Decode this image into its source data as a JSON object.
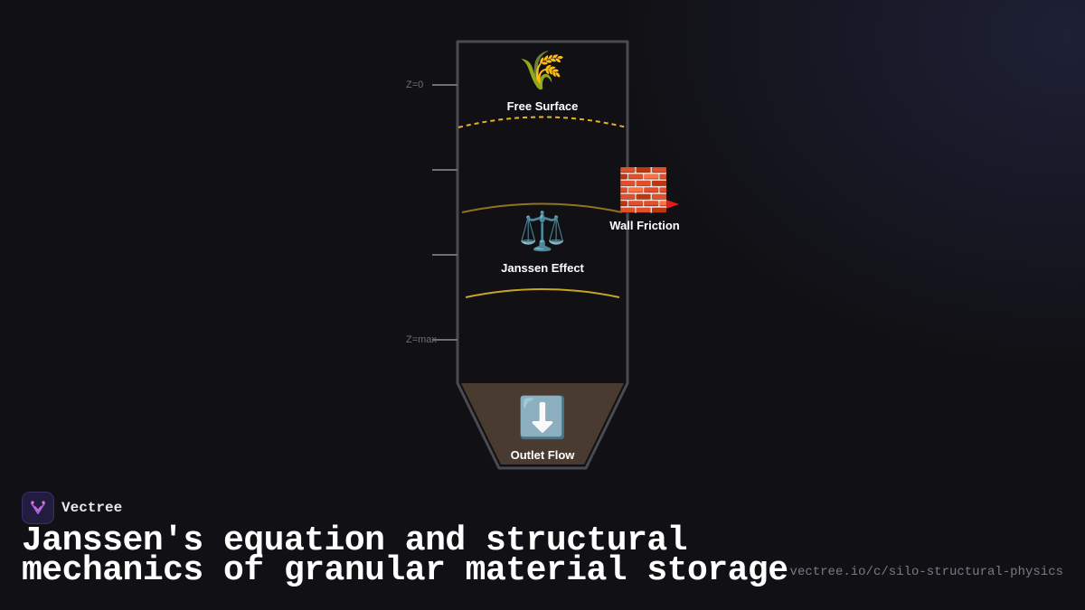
{
  "diagram": {
    "depth_labels": {
      "top": "Z=0",
      "bottom": "Z=max"
    },
    "zones": {
      "free_surface": {
        "icon": "🌾",
        "icon_name": "wheat-icon",
        "label": "Free Surface"
      },
      "janssen_effect": {
        "icon": "⚖️",
        "icon_name": "balance-scale-icon",
        "label": "Janssen Effect"
      },
      "wall_friction": {
        "icon": "🧱",
        "icon_name": "brick-wall-icon",
        "label": "Wall Friction"
      },
      "outlet_flow": {
        "icon": "⬇️",
        "icon_name": "down-arrow-icon",
        "label": "Outlet Flow"
      }
    },
    "colors": {
      "silo_outline": "#4a4a50",
      "free_surface_line": "#e6b325",
      "janssen_arc": "#c9a227",
      "friction_arrow": "#e31b1b",
      "hopper_fill": "#4a3b31"
    }
  },
  "brand": {
    "name": "Vectree",
    "logo_icon": "vectree-logo-icon"
  },
  "title": "Janssen's equation and structural mechanics of granular material storage",
  "url": "vectree.io/c/silo-structural-physics"
}
